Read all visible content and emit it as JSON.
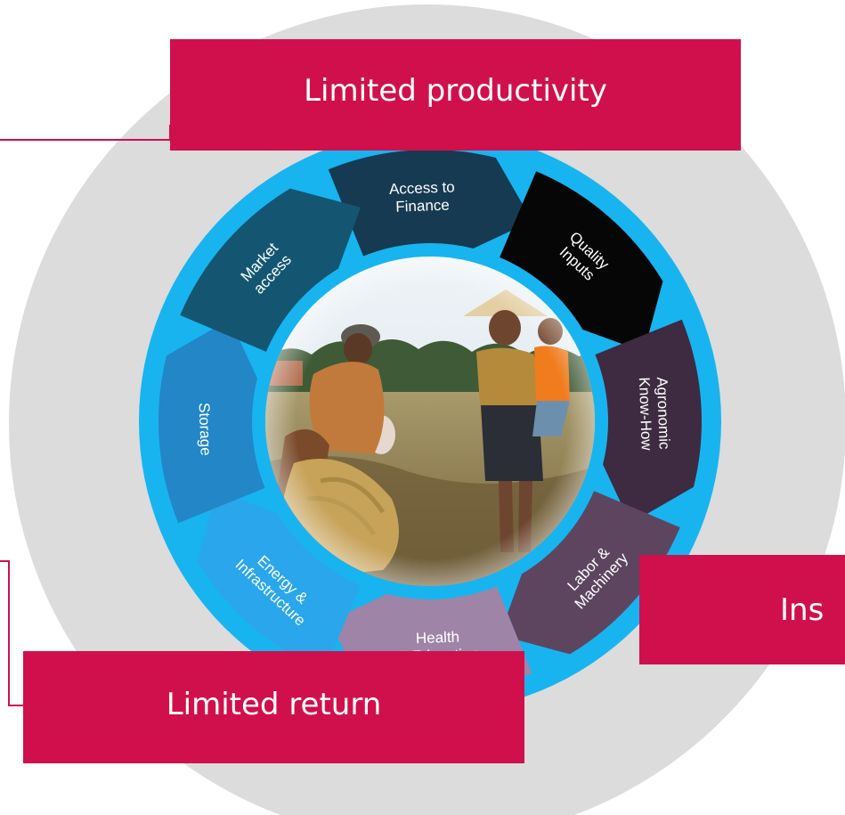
{
  "callouts": {
    "top": "Limited productivity",
    "bottom": "Limited return",
    "right": "Ins"
  },
  "cycle": [
    {
      "id": "access-to-finance",
      "lines": [
        "Access to",
        "Finance"
      ],
      "color": "#163a52"
    },
    {
      "id": "quality-inputs",
      "lines": [
        "Quality",
        "Inputs"
      ],
      "color": "#060606"
    },
    {
      "id": "agronomic-know-how",
      "lines": [
        "Agronomic",
        "Know-How"
      ],
      "color": "#3e2a41"
    },
    {
      "id": "labor-machinery",
      "lines": [
        "Labor &",
        "Machinery"
      ],
      "color": "#5d4560"
    },
    {
      "id": "health-education",
      "lines": [
        "Health",
        "& Education"
      ],
      "color": "#9e84a6"
    },
    {
      "id": "energy-infrastructure",
      "lines": [
        "Energy &",
        "Infrastructure"
      ],
      "color": "#2aa6ec"
    },
    {
      "id": "storage",
      "lines": [
        "Storage"
      ],
      "color": "#2286c7"
    },
    {
      "id": "market-access",
      "lines": [
        "Market",
        "access"
      ],
      "color": "#145672"
    }
  ],
  "colors": {
    "accent": "#d0104c",
    "outer_circle": "#dcdcdc",
    "cycle_ring": "#18b4f0"
  },
  "photo": {
    "subject": "farmers-harvesting-rice-photo"
  }
}
